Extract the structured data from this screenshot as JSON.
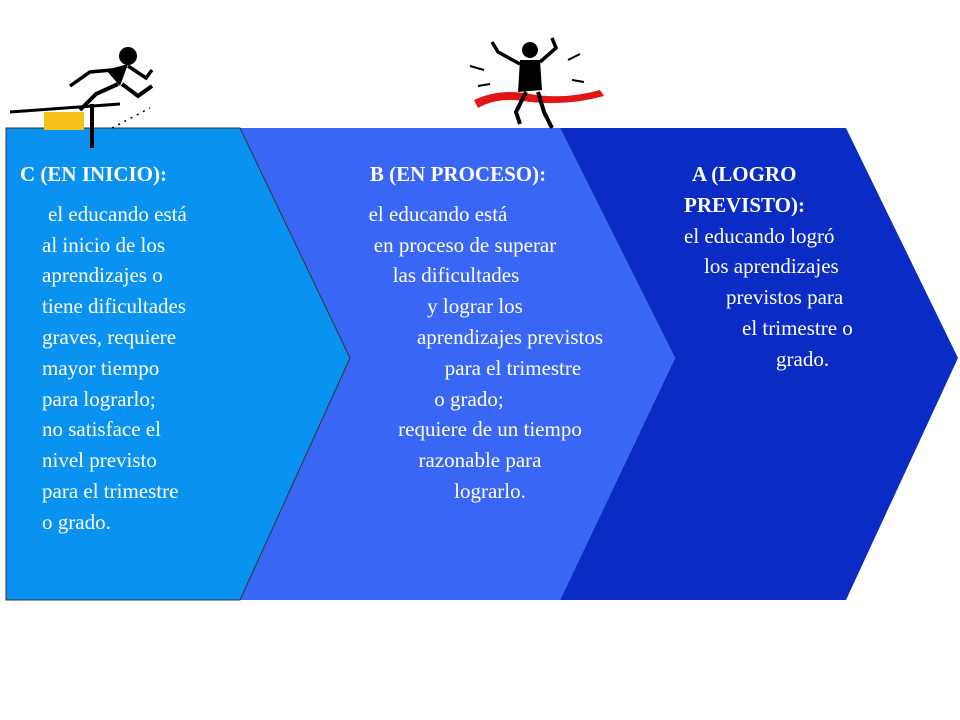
{
  "colors": {
    "stage_c": "#0a92f0",
    "stage_b": "#3a66f6",
    "stage_a": "#0a2cc4",
    "text": "#ffffff"
  },
  "icons": [
    "hurdler-jumping-icon",
    "runner-finish-ribbon-icon"
  ],
  "stages": {
    "c": {
      "title": "C (EN INICIO):",
      "lines": [
        "el educando está",
        "al inicio de los",
        "aprendizajes o",
        "tiene dificultades",
        "graves, requiere",
        "mayor tiempo",
        "para lograrlo;",
        "no satisface el",
        "nivel previsto",
        "para el trimestre",
        "o grado."
      ]
    },
    "b": {
      "title": "B (EN PROCESO):",
      "lines": [
        "el educando está",
        "en proceso de superar",
        "las dificultades",
        "y lograr los",
        "aprendizajes previstos",
        "para  el trimestre",
        "o grado;",
        "requiere de un tiempo",
        "razonable para",
        "lograrlo."
      ]
    },
    "a": {
      "title_lines": [
        "A (LOGRO",
        "PREVISTO):"
      ],
      "lines": [
        "el educando logró",
        "los aprendizajes",
        "previstos para",
        "el trimestre o",
        "grado."
      ]
    }
  }
}
